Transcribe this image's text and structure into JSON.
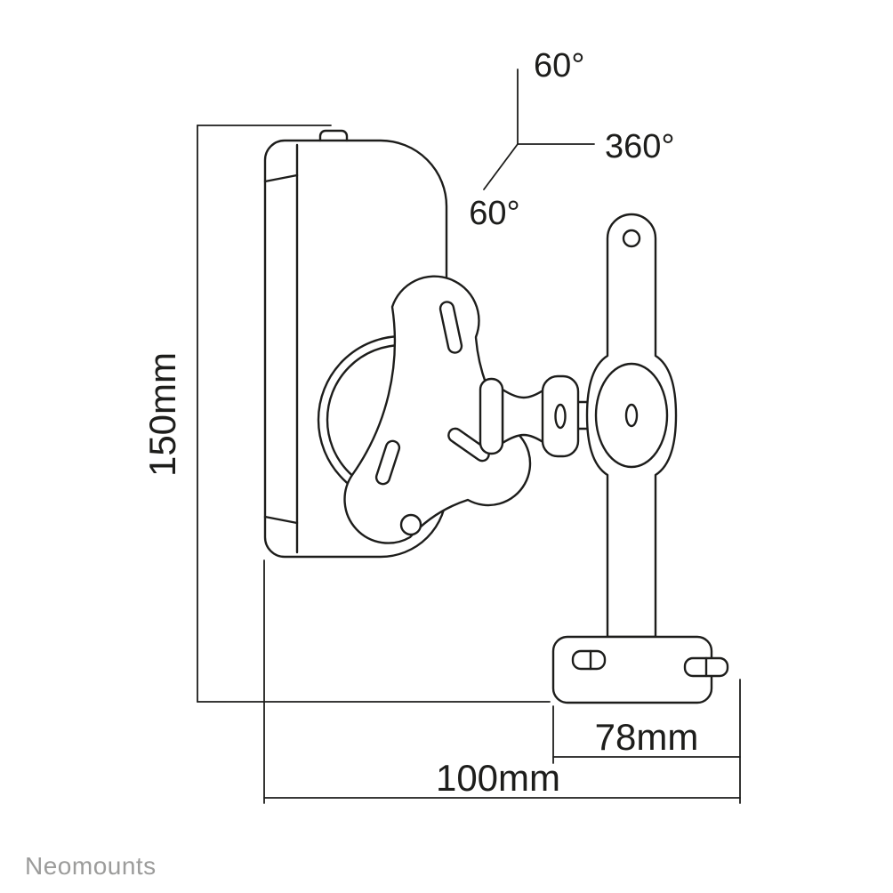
{
  "brand": {
    "logo_text": "Neomounts"
  },
  "drawing": {
    "dimensions": {
      "height": "150mm",
      "total_width": "100mm",
      "bracket_width": "78mm"
    },
    "angles": {
      "tilt_up": "60°",
      "swivel": "360°",
      "tilt_down": "60°"
    },
    "colors": {
      "line": "#1d1d1b",
      "brand_gray": "#9c9c9b",
      "background": "#ffffff"
    }
  }
}
